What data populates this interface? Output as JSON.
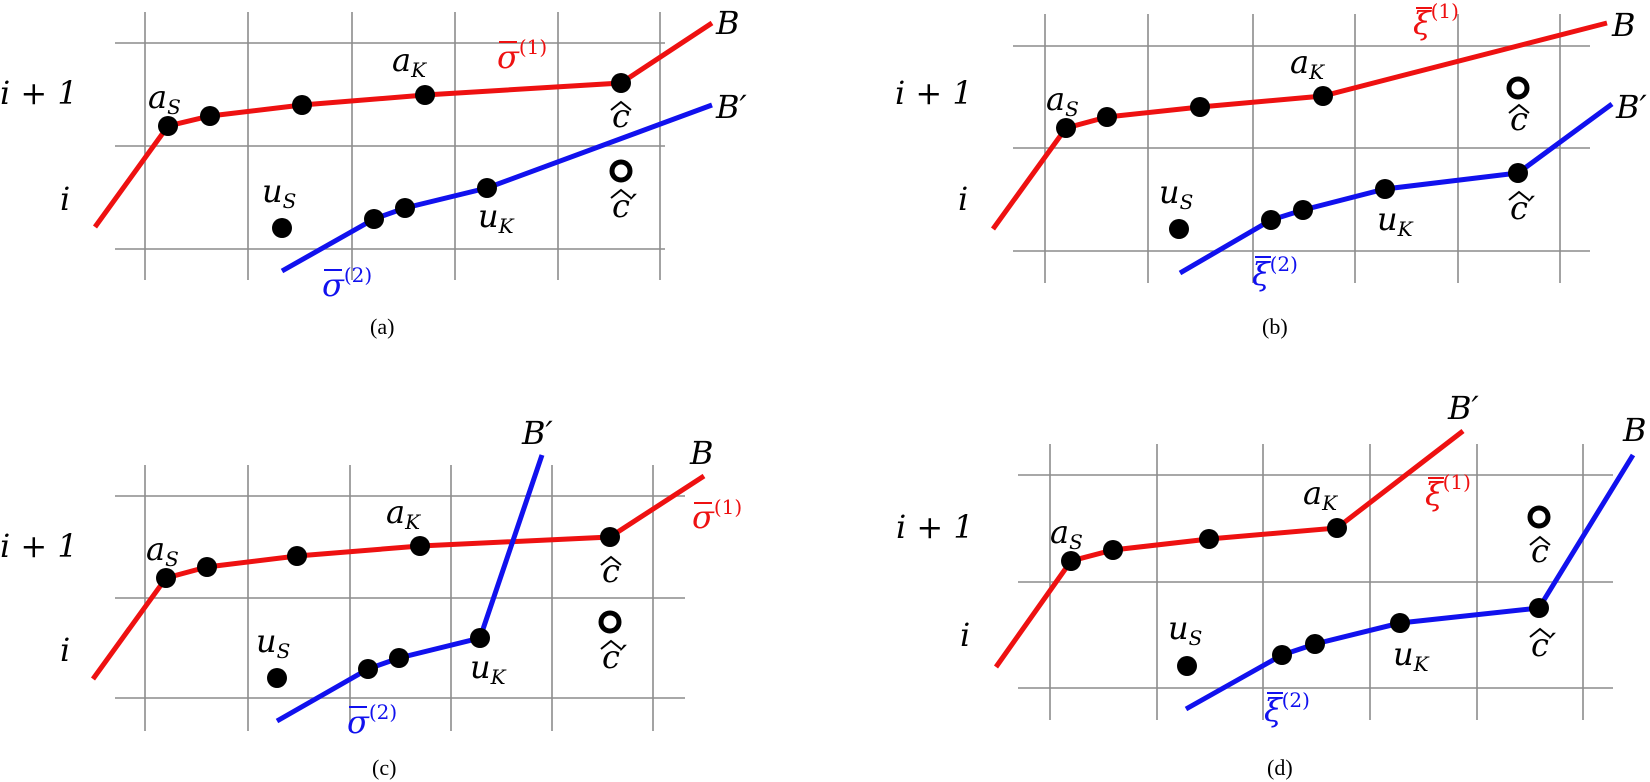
{
  "panels": [
    {
      "id": "a",
      "caption": "(a)",
      "rows": {
        "upper": "i + 1",
        "lower": "i"
      },
      "labels": {
        "aS": "a",
        "aS_sub": "S",
        "aK": "a",
        "aK_sub": "K",
        "uS": "u",
        "uS_sub": "S",
        "uK": "u",
        "uK_sub": "K",
        "c": "c",
        "cprime": "c′",
        "B": "B",
        "Bprime": "B′"
      },
      "red_path_label": {
        "base": "σ",
        "sup": "(1)"
      },
      "blue_path_label": {
        "base": "σ",
        "sup": "(2)"
      }
    },
    {
      "id": "b",
      "caption": "(b)",
      "rows": {
        "upper": "i + 1",
        "lower": "i"
      },
      "labels": {
        "aS": "a",
        "aS_sub": "S",
        "aK": "a",
        "aK_sub": "K",
        "uS": "u",
        "uS_sub": "S",
        "uK": "u",
        "uK_sub": "K",
        "c": "c",
        "cprime": "c′",
        "B": "B",
        "Bprime": "B′"
      },
      "red_path_label": {
        "base": "ξ",
        "sup": "(1)"
      },
      "blue_path_label": {
        "base": "ξ",
        "sup": "(2)"
      }
    },
    {
      "id": "c",
      "caption": "(c)",
      "rows": {
        "upper": "i + 1",
        "lower": "i"
      },
      "labels": {
        "aS": "a",
        "aS_sub": "S",
        "aK": "a",
        "aK_sub": "K",
        "uS": "u",
        "uS_sub": "S",
        "uK": "u",
        "uK_sub": "K",
        "c": "c",
        "cprime": "c′",
        "B": "B",
        "Bprime": "B′"
      },
      "red_path_label": {
        "base": "σ",
        "sup": "(1)"
      },
      "blue_path_label": {
        "base": "σ",
        "sup": "(2)"
      }
    },
    {
      "id": "d",
      "caption": "(d)",
      "rows": {
        "upper": "i + 1",
        "lower": "i"
      },
      "labels": {
        "aS": "a",
        "aS_sub": "S",
        "aK": "a",
        "aK_sub": "K",
        "uS": "u",
        "uS_sub": "S",
        "uK": "u",
        "uK_sub": "K",
        "c": "c",
        "cprime": "c′",
        "B": "B",
        "Bprime": "B′"
      },
      "red_path_label": {
        "base": "ξ",
        "sup": "(1)"
      },
      "blue_path_label": {
        "base": "ξ",
        "sup": "(2)"
      }
    }
  ],
  "colors": {
    "path1": "#ee1111",
    "path2": "#1111ee",
    "grid": "#8c8c8c",
    "node": "#000000"
  }
}
